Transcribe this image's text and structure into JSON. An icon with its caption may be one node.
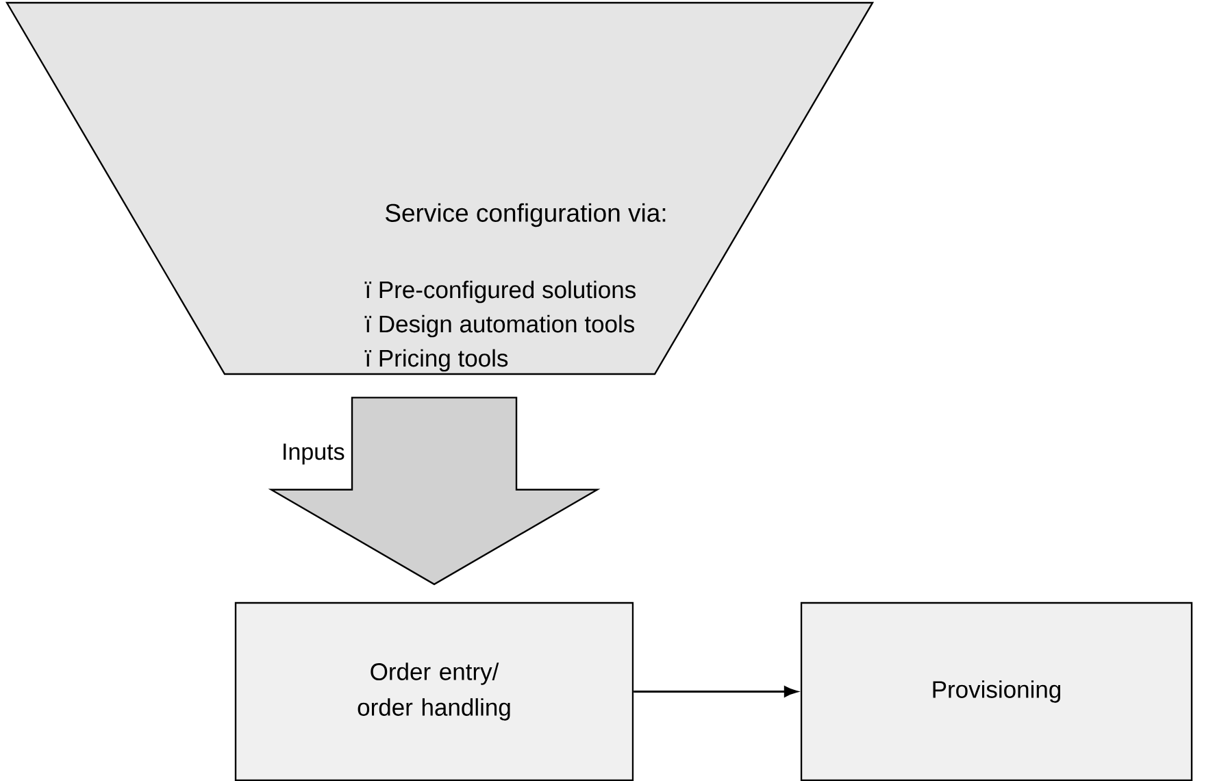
{
  "diagram": {
    "nodes": [
      {
        "text": [
          "Service configuration via:",
          "ï Pre-configured solutions",
          "ï Design automation tools",
          "ï Pricing tools"
        ]
      },
      {
        "text": [
          "Order entry/ order handling"
        ]
      },
      {
        "text": [
          "Provisioning"
        ]
      }
    ],
    "edges": [
      {
        "from": 0,
        "to": 1,
        "arrow": "to",
        "style": "thick",
        "label": "Inputs"
      },
      {
        "from": 1,
        "to": 2,
        "arrow": "to"
      }
    ]
  }
}
